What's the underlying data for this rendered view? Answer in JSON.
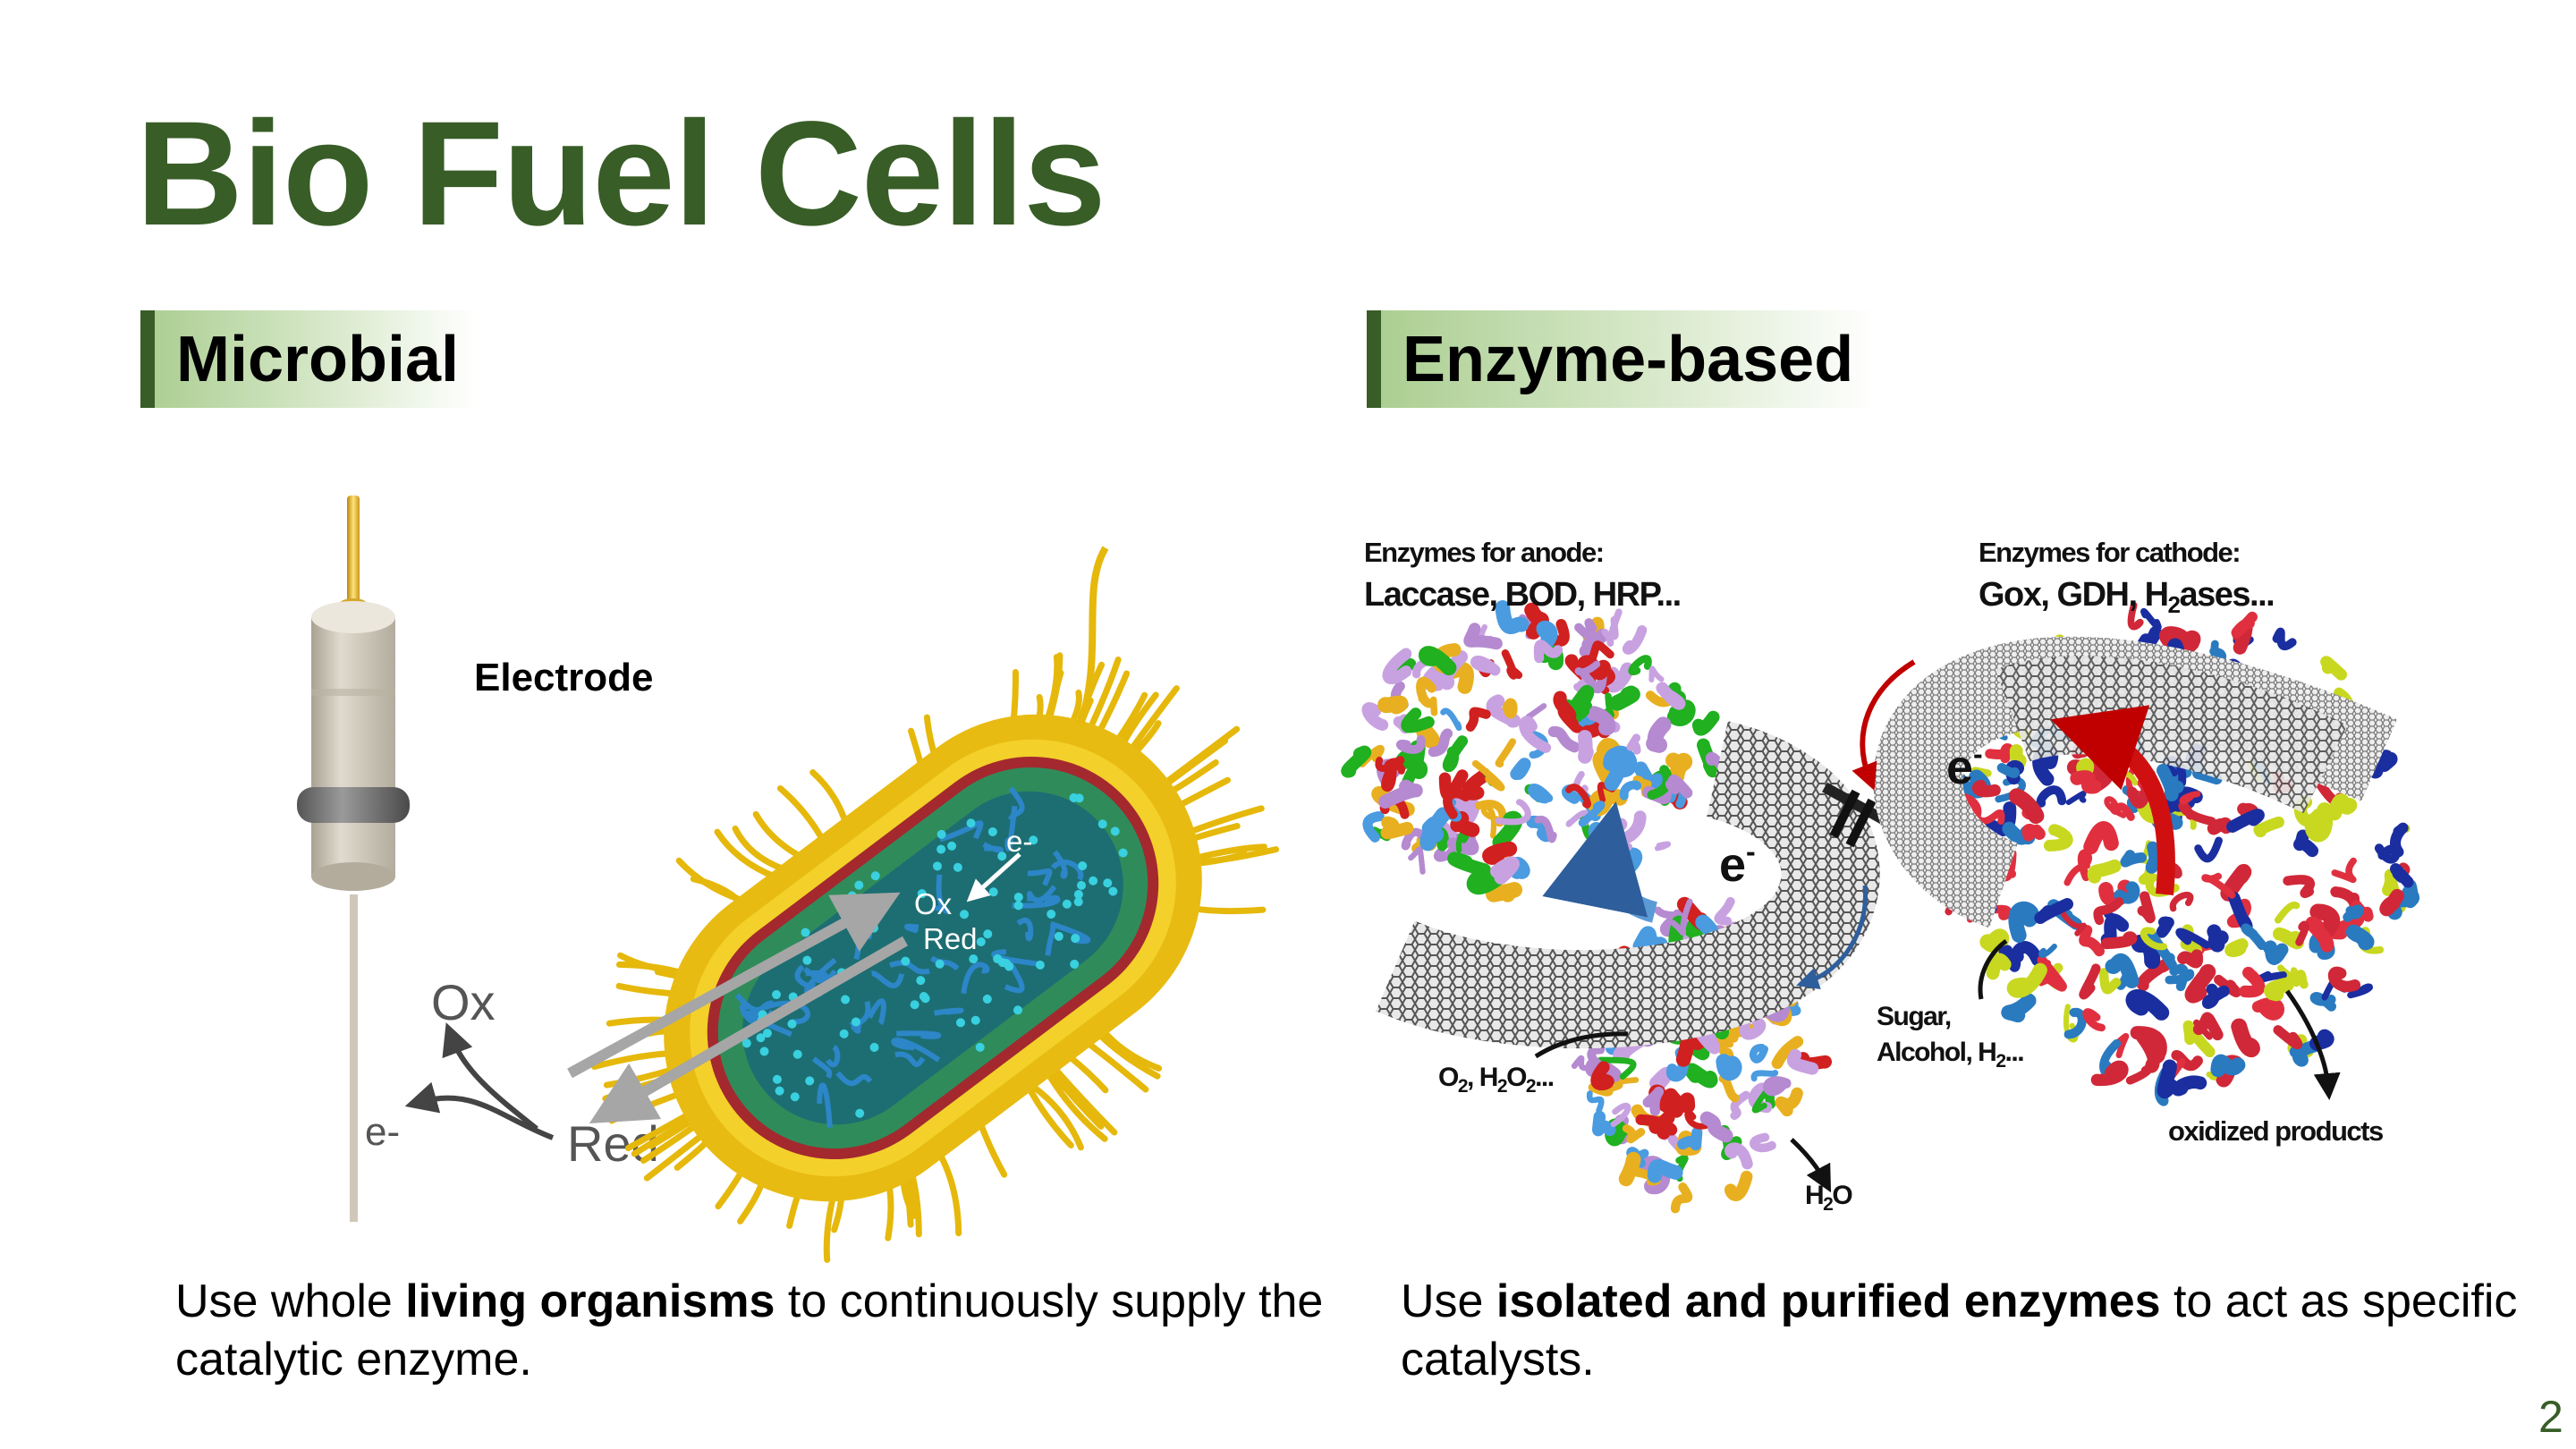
{
  "title": "Bio Fuel Cells",
  "sections": {
    "left": {
      "heading": "Microbial",
      "figure": {
        "electrode_label": "Electrode",
        "outer_ox": "Ox",
        "outer_red": "Red",
        "outer_electron": "e-",
        "inner_electron": "e-",
        "inner_ox": "Ox",
        "inner_red": "Red"
      },
      "description": {
        "pre": "Use whole ",
        "bold": "living organisms",
        "post": " to continuously supply the catalytic enzyme."
      }
    },
    "right": {
      "heading": "Enzyme-based",
      "figure": {
        "anode_title": "Enzymes for anode:",
        "anode_list": "Laccase, BOD, HRP...",
        "cathode_title": "Enzymes for cathode:",
        "cathode_list": {
          "a": "Gox, GDH, H",
          "sub": "2",
          "b": "ases..."
        },
        "electron_left": "e",
        "electron_right": "e",
        "electron_sup": "-",
        "sugar": "Sugar,",
        "alcohol": {
          "a": "Alcohol, H",
          "sub": "2",
          "b": "..."
        },
        "oxygen": {
          "a": "O",
          "s1": "2",
          "b": ", H",
          "s2": "2",
          "c": "O",
          "s3": "2",
          "d": "..."
        },
        "water": {
          "a": "H",
          "sub": "2",
          "b": "O"
        },
        "products": "oxidized products"
      },
      "description": {
        "pre": "Use ",
        "bold": "isolated and purified enzymes",
        "post": " to act as specific catalysts."
      }
    }
  },
  "page_number": "2",
  "colors": {
    "title_green": "#385d27",
    "header_gradient": "#a9cd8f",
    "arrow_gray": "#a6a6a6",
    "red_arrow": "#c00000",
    "blue_arrow": "#5b9bd5"
  }
}
